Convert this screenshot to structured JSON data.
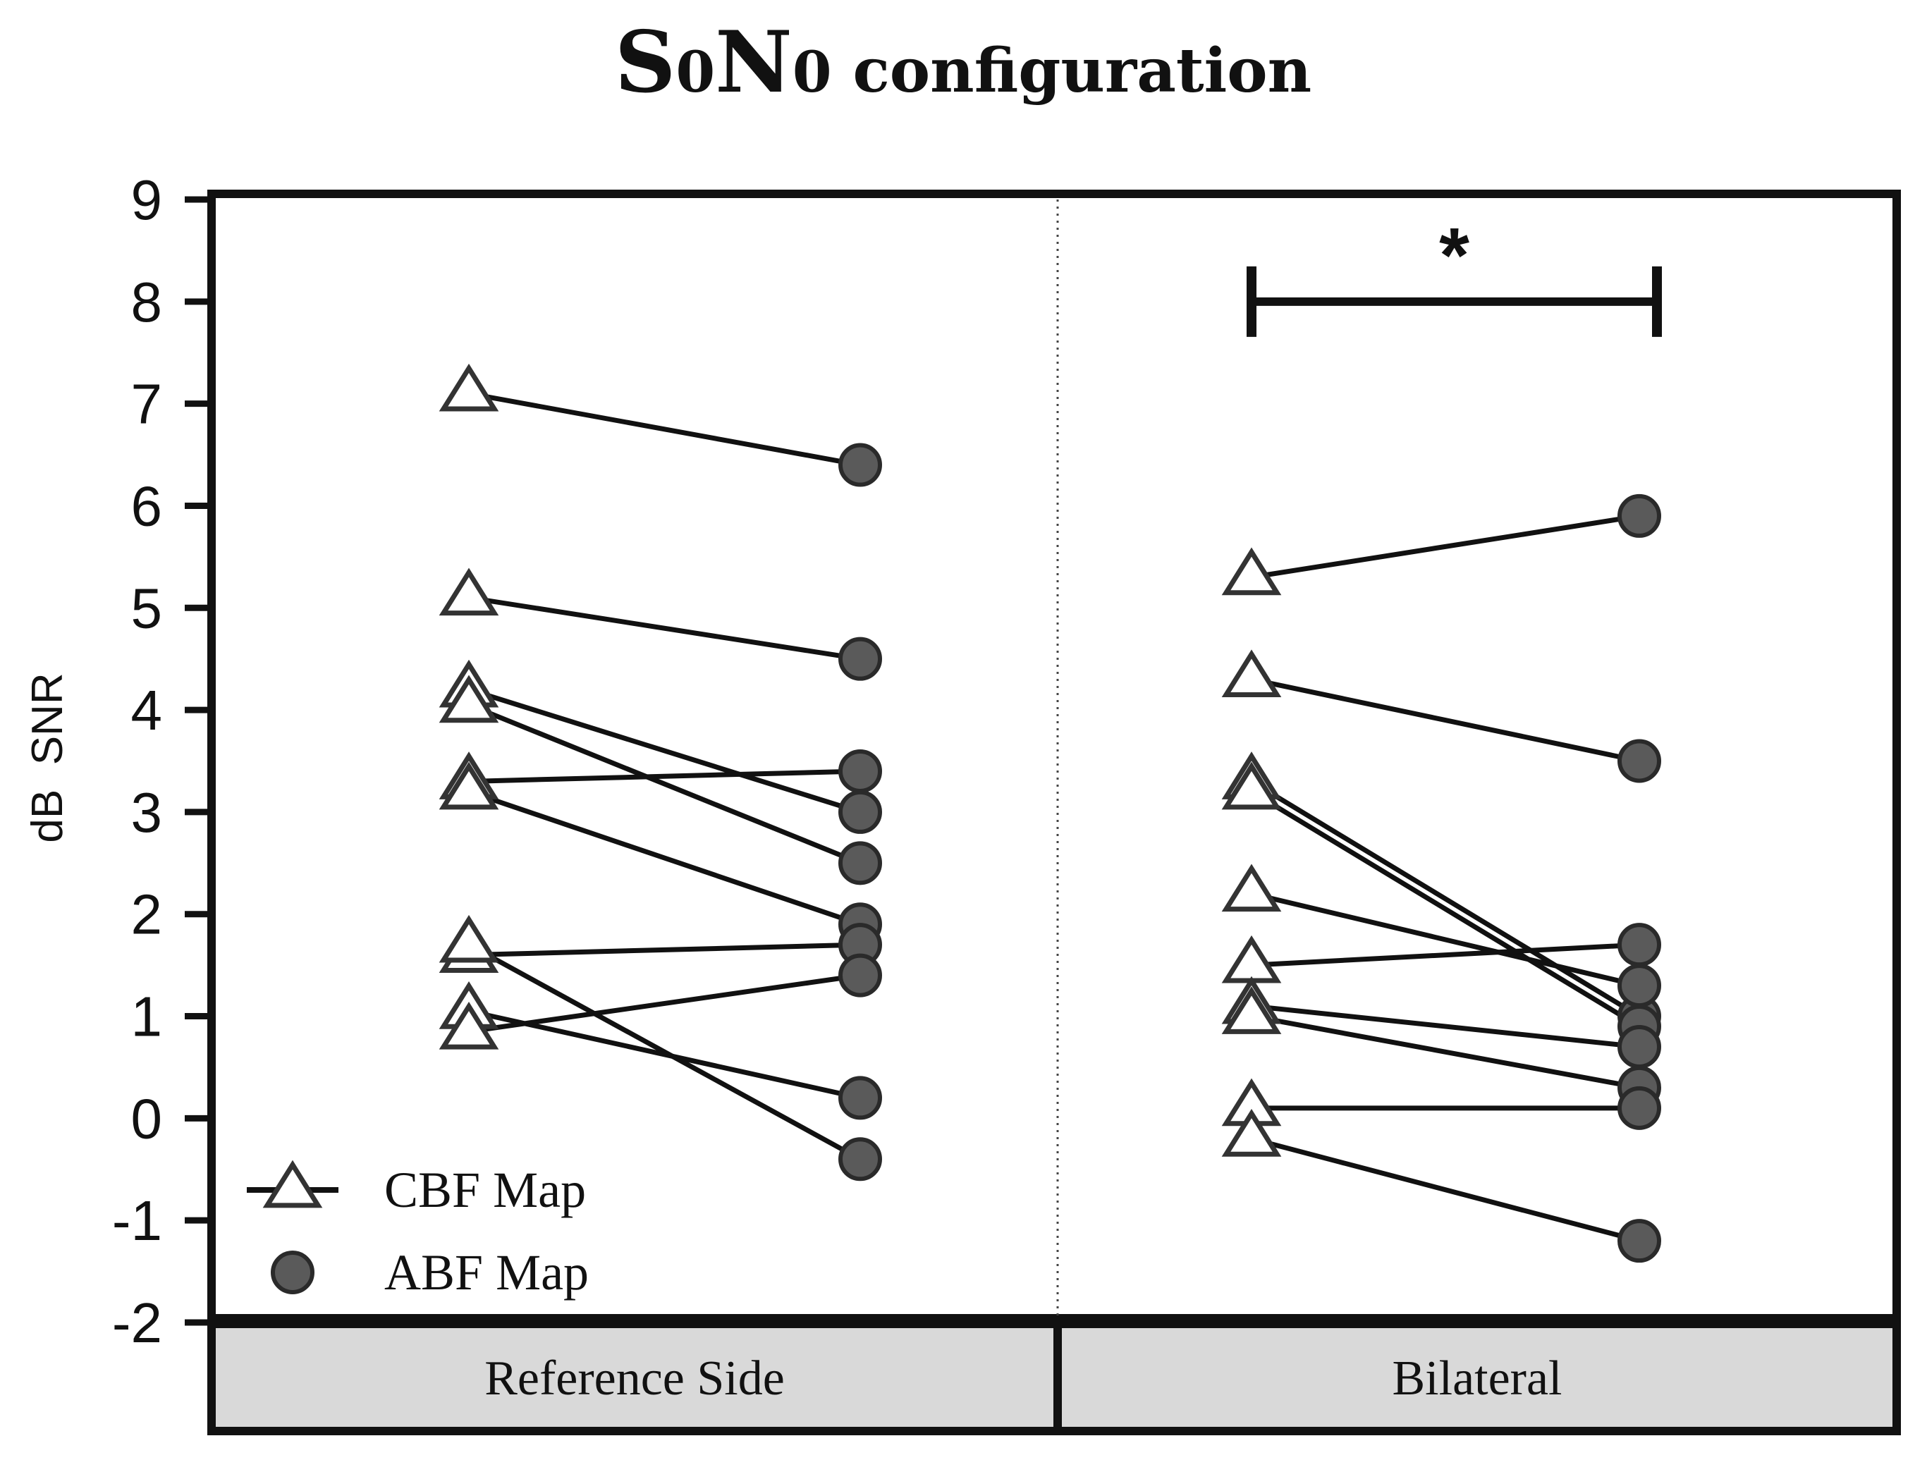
{
  "chart_data": {
    "type": "line",
    "title": {
      "main_1": "S",
      "sub_1": "0",
      "main_2": "N",
      "sub_2": "0",
      "rest": " configuration"
    },
    "ylabel": "dB  SNR",
    "ylim": [
      -2,
      9
    ],
    "yticks": [
      9,
      8,
      7,
      6,
      5,
      4,
      3,
      2,
      1,
      0,
      -1,
      -2
    ],
    "panels": [
      {
        "label": "Reference Side",
        "pairs": [
          [
            7.1,
            6.4
          ],
          [
            5.1,
            4.5
          ],
          [
            4.2,
            3.0
          ],
          [
            4.05,
            2.5
          ],
          [
            3.3,
            3.4
          ],
          [
            3.2,
            1.9
          ],
          [
            1.6,
            1.7
          ],
          [
            1.7,
            -0.4
          ],
          [
            1.05,
            0.2
          ],
          [
            0.85,
            1.4
          ]
        ]
      },
      {
        "label": "Bilateral",
        "significance": "*",
        "pairs": [
          [
            5.3,
            5.9
          ],
          [
            4.3,
            3.5
          ],
          [
            3.3,
            1.0
          ],
          [
            3.2,
            0.9
          ],
          [
            2.2,
            1.3
          ],
          [
            1.5,
            1.7
          ],
          [
            1.1,
            0.7
          ],
          [
            1.0,
            0.3
          ],
          [
            0.1,
            0.1
          ],
          [
            -0.2,
            -1.2
          ]
        ]
      }
    ],
    "legend": {
      "placement": "bottom-left",
      "items": [
        {
          "name": "CBF Map",
          "marker": "open-triangle"
        },
        {
          "name": "ABF Map",
          "marker": "filled-circle"
        }
      ]
    },
    "colors": {
      "line": "#111111",
      "circle_fill": "#5a5a5a",
      "circle_stroke": "#2a2a2a",
      "triangle_stroke": "#333333",
      "panel_label_bg": "#d9d9d9"
    }
  }
}
